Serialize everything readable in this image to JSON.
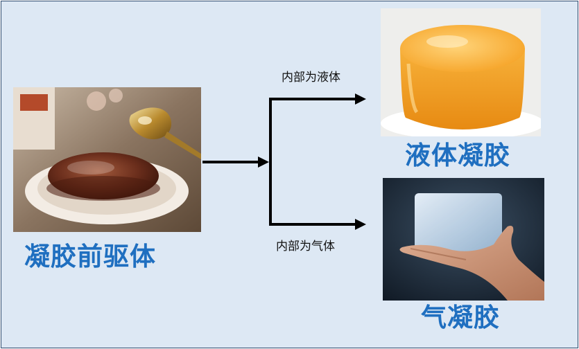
{
  "diagram": {
    "source": {
      "label": "凝胶前驱体",
      "image": "gel-precursor-dessert-photo"
    },
    "branches": [
      {
        "condition": "内部为液体",
        "label": "液体凝胶",
        "image": "orange-pudding-photo"
      },
      {
        "condition": "内部为气体",
        "label": "气凝胶",
        "image": "aerogel-block-on-hand-photo"
      }
    ]
  },
  "colors": {
    "background": "#dde8f4",
    "label_blue": "#1f6fc0",
    "arrow": "#000000"
  }
}
